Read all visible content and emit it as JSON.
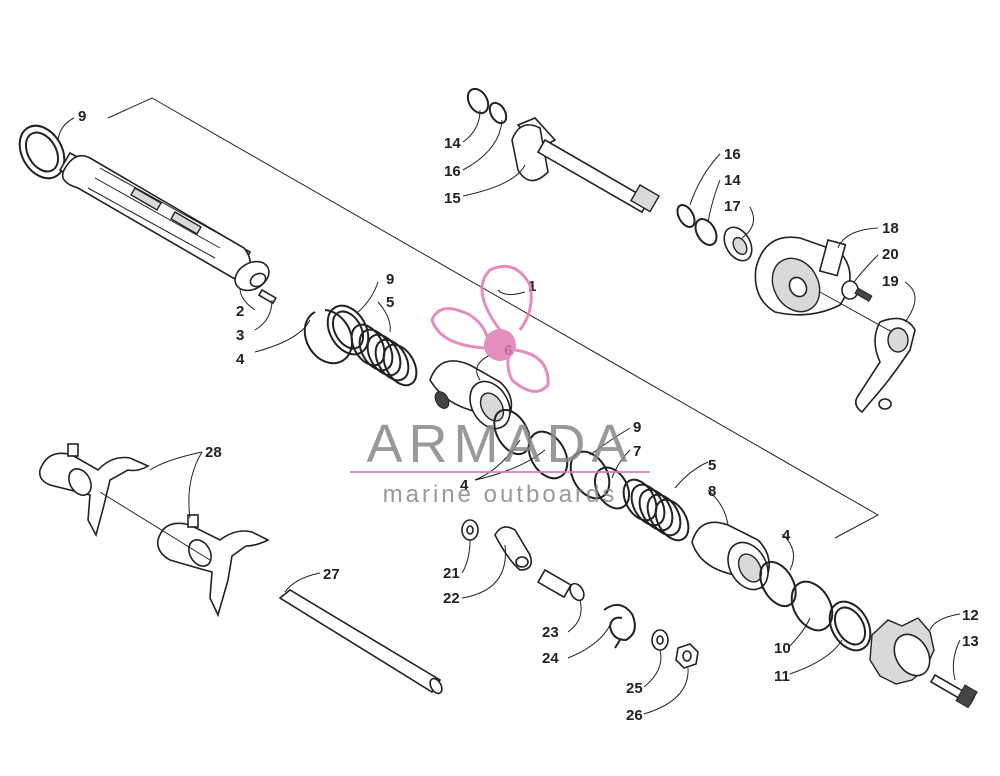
{
  "diagram": {
    "callouts": [
      "1",
      "2",
      "3",
      "4",
      "4",
      "4",
      "5",
      "5",
      "6",
      "7",
      "8",
      "9",
      "9",
      "9",
      "10",
      "11",
      "12",
      "13",
      "14",
      "14",
      "15",
      "16",
      "16",
      "17",
      "18",
      "19",
      "20",
      "21",
      "22",
      "23",
      "24",
      "25",
      "26",
      "27",
      "28"
    ]
  },
  "watermark": {
    "brand": "ARMADA",
    "tagline": "marine outboards",
    "color": "#e07ab4"
  }
}
